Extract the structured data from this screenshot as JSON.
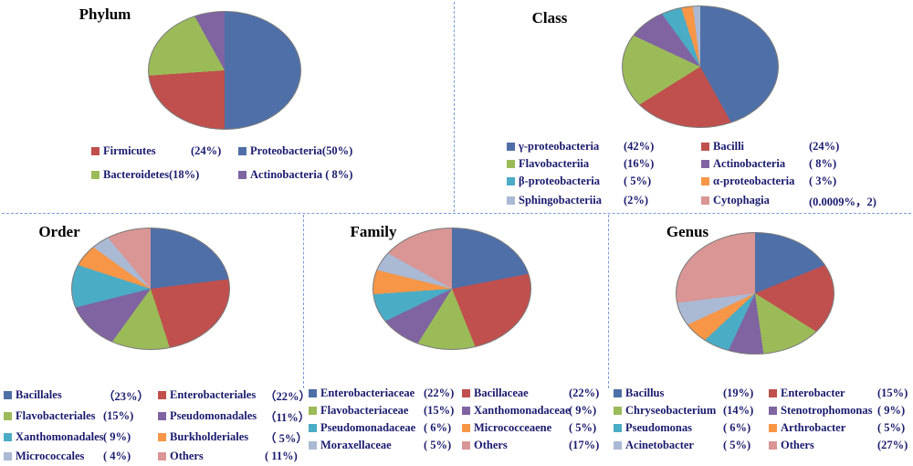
{
  "chart_data": [
    {
      "type": "pie",
      "title": "Phylum",
      "categories": [
        "Firmicutes",
        "Proteobacteria",
        "Bacteroidetes",
        "Actinobacteria"
      ],
      "values": [
        24,
        50,
        18,
        8
      ],
      "labels": [
        "(24%)",
        "(50%)",
        "(18%)",
        "( 8%)"
      ],
      "colors": [
        "#c0504d",
        "#4f6fa8",
        "#9bbb59",
        "#8064a2"
      ],
      "legend_position": "bottom"
    },
    {
      "type": "pie",
      "title": "Class",
      "categories": [
        "γ-proteobacteria",
        "Bacilli",
        "Flavobacteriia",
        "Actinobacteria",
        "β-proteobacteria",
        "α-proteobacteria",
        "Sphingobacteriia",
        "Cytophagia"
      ],
      "values": [
        42,
        24,
        16,
        8,
        5,
        3,
        2,
        0.0009
      ],
      "labels": [
        "(42%)",
        "(24%)",
        "(16%)",
        "( 8%)",
        "( 5%)",
        "( 3%)",
        "(2%)",
        "(0.0009%，2)"
      ],
      "colors": [
        "#4f6fa8",
        "#c0504d",
        "#9bbb59",
        "#8064a2",
        "#4bacc6",
        "#f79646",
        "#aab9d4",
        "#d99694"
      ],
      "legend_position": "bottom"
    },
    {
      "type": "pie",
      "title": "Order",
      "categories": [
        "Bacillales",
        "Enterobacteriales",
        "Flavobacteriales",
        "Pseudomonadales",
        "Xanthomonadales",
        "Burkholderiales",
        "Micrococcales",
        "Others"
      ],
      "values": [
        23,
        22,
        15,
        11,
        9,
        5,
        4,
        11
      ],
      "labels": [
        "（23%）",
        "（22%）",
        "(15%)",
        "（11%）",
        "( 9%)",
        "（ 5%）",
        "( 4%)",
        "( 11%)"
      ],
      "colors": [
        "#4f6fa8",
        "#c0504d",
        "#9bbb59",
        "#8064a2",
        "#4bacc6",
        "#f79646",
        "#aab9d4",
        "#d99694"
      ],
      "legend_position": "bottom"
    },
    {
      "type": "pie",
      "title": "Family",
      "categories": [
        "Enterobacteriaceae",
        "Bacillaceae",
        "Flavobacteriaceae",
        "Xanthomonadaceae",
        "Pseudomonadaceae",
        "Micrococceaene",
        "Moraxellaceae",
        "Others"
      ],
      "values": [
        22,
        22,
        15,
        9,
        6,
        5,
        5,
        17
      ],
      "labels": [
        "(22%)",
        "(22%)",
        "(15%)",
        "( 9%)",
        "( 6%)",
        "( 5%)",
        "( 5%)",
        "(17%)"
      ],
      "colors": [
        "#4f6fa8",
        "#c0504d",
        "#9bbb59",
        "#8064a2",
        "#4bacc6",
        "#f79646",
        "#aab9d4",
        "#d99694"
      ],
      "legend_position": "bottom"
    },
    {
      "type": "pie",
      "title": "Genus",
      "categories": [
        "Bacillus",
        "Enterobacter",
        "Chryseobacterium",
        "Stenotrophomonas",
        "Pseudomonas",
        "Arthrobacter",
        "Acinetobacter",
        "Others"
      ],
      "values": [
        19,
        15,
        14,
        9,
        6,
        5,
        5,
        27
      ],
      "labels": [
        "(19%)",
        "(15%)",
        "(14%)",
        "( 9%)",
        "( 6%)",
        "( 5%)",
        "( 5%)",
        "(27%)"
      ],
      "colors": [
        "#4f6fa8",
        "#c0504d",
        "#9bbb59",
        "#8064a2",
        "#4bacc6",
        "#f79646",
        "#aab9d4",
        "#d99694"
      ],
      "legend_position": "bottom"
    }
  ],
  "phylum": {
    "title": "Phylum",
    "legend": [
      {
        "name": "Firmicutes",
        "value": "(24%)",
        "color": "#c0504d"
      },
      {
        "name": "Proteobacteria(50%)",
        "value": "",
        "color": "#4f6fa8"
      },
      {
        "name": "Bacteroidetes(18%)",
        "value": "",
        "color": "#9bbb59"
      },
      {
        "name": "Actinobacteria ( 8%)",
        "value": "",
        "color": "#8064a2"
      }
    ]
  },
  "class": {
    "title": "Class",
    "legend": [
      {
        "name": "γ-proteobacteria",
        "value": "(42%)",
        "color": "#4f6fa8"
      },
      {
        "name": "Bacilli",
        "value": "(24%)",
        "color": "#c0504d"
      },
      {
        "name": "Flavobacteriia",
        "value": "(16%)",
        "color": "#9bbb59"
      },
      {
        "name": "Actinobacteria",
        "value": "( 8%)",
        "color": "#8064a2"
      },
      {
        "name": "β-proteobacteria",
        "value": "( 5%)",
        "color": "#4bacc6"
      },
      {
        "name": "α-proteobacteria",
        "value": "( 3%)",
        "color": "#f79646"
      },
      {
        "name": "Sphingobacteriia",
        "value": "(2%)",
        "color": "#aab9d4"
      },
      {
        "name": "Cytophagia",
        "value": "(0.0009%，2)",
        "color": "#d99694"
      }
    ]
  },
  "order": {
    "title": "Order",
    "legend": [
      {
        "name": "Bacillales",
        "value": "（23%）",
        "color": "#4f6fa8"
      },
      {
        "name": "Enterobacteriales",
        "value": "（22%）",
        "color": "#c0504d"
      },
      {
        "name": "Flavobacteriales",
        "value": "(15%)",
        "color": "#9bbb59"
      },
      {
        "name": "Pseudomonadales",
        "value": "（11%）",
        "color": "#8064a2"
      },
      {
        "name": "Xanthomonadales",
        "value": "( 9%)",
        "color": "#4bacc6"
      },
      {
        "name": "Burkholderiales",
        "value": "（ 5%）",
        "color": "#f79646"
      },
      {
        "name": "Micrococcales",
        "value": "( 4%)",
        "color": "#aab9d4"
      },
      {
        "name": "Others",
        "value": "( 11%)",
        "color": "#d99694"
      }
    ]
  },
  "family": {
    "title": "Family",
    "legend": [
      {
        "name": "Enterobacteriaceae",
        "value": "(22%)",
        "color": "#4f6fa8"
      },
      {
        "name": "Bacillaceae",
        "value": "(22%)",
        "color": "#c0504d"
      },
      {
        "name": "Flavobacteriaceae",
        "value": "(15%)",
        "color": "#9bbb59"
      },
      {
        "name": "Xanthomonadaceae",
        "value": "( 9%)",
        "color": "#8064a2"
      },
      {
        "name": "Pseudomonadaceae",
        "value": "( 6%)",
        "color": "#4bacc6"
      },
      {
        "name": "Micrococceaene",
        "value": "( 5%)",
        "color": "#f79646"
      },
      {
        "name": "Moraxellaceae",
        "value": "( 5%)",
        "color": "#aab9d4"
      },
      {
        "name": "Others",
        "value": "(17%)",
        "color": "#d99694"
      }
    ]
  },
  "genus": {
    "title": "Genus",
    "legend": [
      {
        "name": "Bacillus",
        "value": "(19%)",
        "color": "#4f6fa8"
      },
      {
        "name": "Enterobacter",
        "value": "(15%)",
        "color": "#c0504d"
      },
      {
        "name": "Chryseobacterium",
        "value": "(14%)",
        "color": "#9bbb59"
      },
      {
        "name": "Stenotrophomonas",
        "value": "( 9%)",
        "color": "#8064a2"
      },
      {
        "name": "Pseudomonas",
        "value": "( 6%)",
        "color": "#4bacc6"
      },
      {
        "name": "Arthrobacter",
        "value": "( 5%)",
        "color": "#f79646"
      },
      {
        "name": "Acinetobacter",
        "value": "( 5%)",
        "color": "#aab9d4"
      },
      {
        "name": "Others",
        "value": "(27%)",
        "color": "#d99694"
      }
    ]
  }
}
